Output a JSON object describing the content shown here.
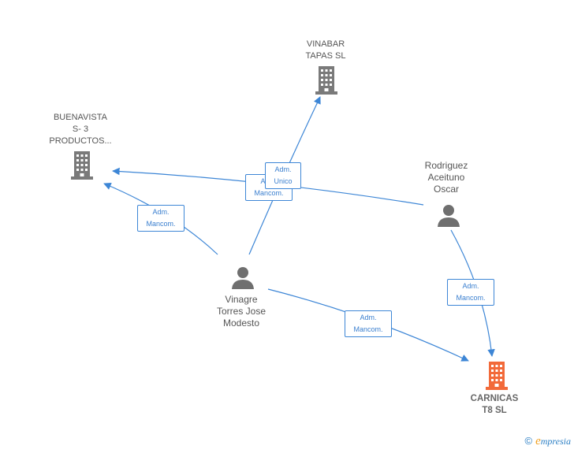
{
  "colors": {
    "edge": "#3d86d6",
    "company_icon": "#7a7a7a",
    "person_icon": "#6f6f6f",
    "target_icon": "#f26a3a"
  },
  "nodes": {
    "vinabar": {
      "line1": "VINABAR",
      "line2": "TAPAS  SL",
      "icon": "building-icon"
    },
    "buenavista": {
      "line1": "BUENAVISTA",
      "line2": "S- 3",
      "line3": "PRODUCTOS...",
      "icon": "building-icon"
    },
    "rodriguez": {
      "line1": "Rodriguez",
      "line2": "Aceituno",
      "line3": "Oscar",
      "icon": "person-icon"
    },
    "vinagre": {
      "line1": "Vinagre",
      "line2": "Torres Jose",
      "line3": "Modesto",
      "icon": "person-icon"
    },
    "carnicas": {
      "line1": "CARNICAS",
      "line2": "T8  SL",
      "icon": "building-icon"
    }
  },
  "edges": [
    {
      "id": "vinagre-buenavista",
      "line1": "Adm.",
      "line2": "Mancom."
    },
    {
      "id": "rodriguez-buenavista",
      "line1": "Adm.",
      "line2": "Mancom."
    },
    {
      "id": "vinagre-vinabar",
      "line1": "Adm.",
      "line2": "Unico"
    },
    {
      "id": "rodriguez-carnicas",
      "line1": "Adm.",
      "line2": "Mancom."
    },
    {
      "id": "vinagre-carnicas",
      "line1": "Adm.",
      "line2": "Mancom."
    }
  ],
  "watermark": {
    "copyright": "©",
    "brand_initial": "e",
    "brand_rest": "mpresia"
  }
}
